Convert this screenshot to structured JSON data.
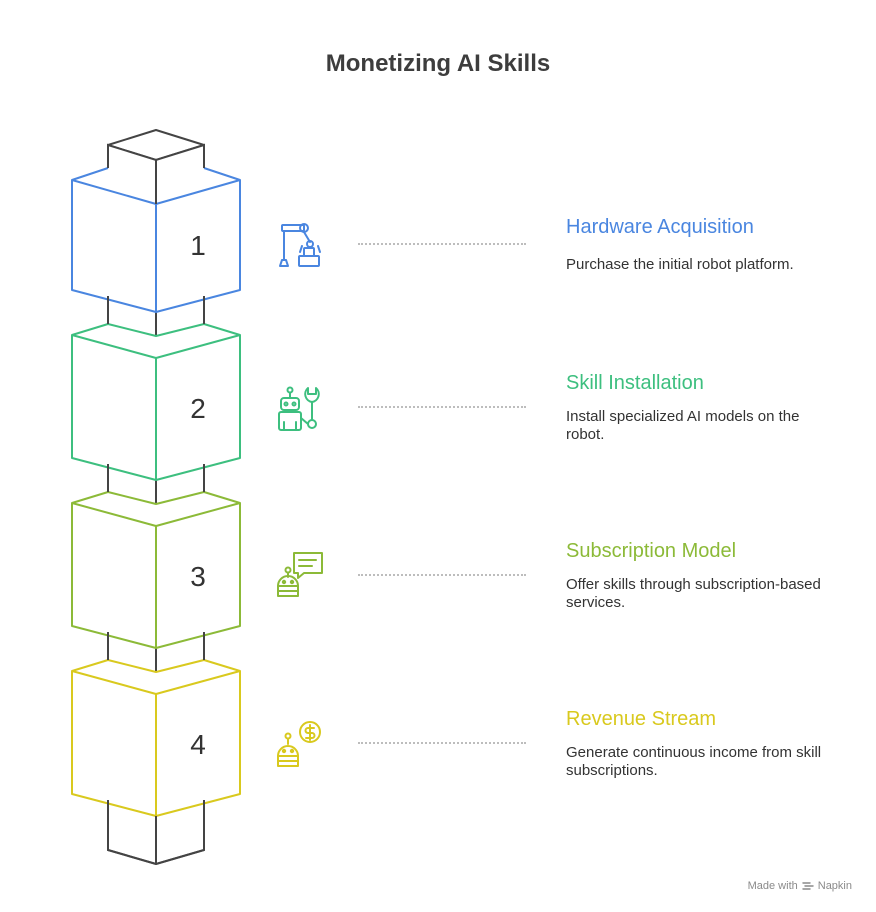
{
  "title": "Monetizing AI Skills",
  "steps": [
    {
      "number": "1",
      "title": "Hardware Acquisition",
      "description": "Purchase the initial robot platform.",
      "color": "#4a86e0",
      "icon": "robot-arm-icon"
    },
    {
      "number": "2",
      "title": "Skill Installation",
      "description": "Install specialized AI models on the robot.",
      "color": "#3dbf7f",
      "icon": "robot-wrench-icon"
    },
    {
      "number": "3",
      "title": "Subscription Model",
      "description": "Offer skills through subscription-based services.",
      "color": "#8cba38",
      "icon": "robot-chat-icon"
    },
    {
      "number": "4",
      "title": "Revenue Stream",
      "description": "Generate continuous income from skill subscriptions.",
      "color": "#d9c91e",
      "icon": "robot-dollar-icon"
    }
  ],
  "footer": {
    "made_with": "Made with",
    "brand": "Napkin"
  }
}
